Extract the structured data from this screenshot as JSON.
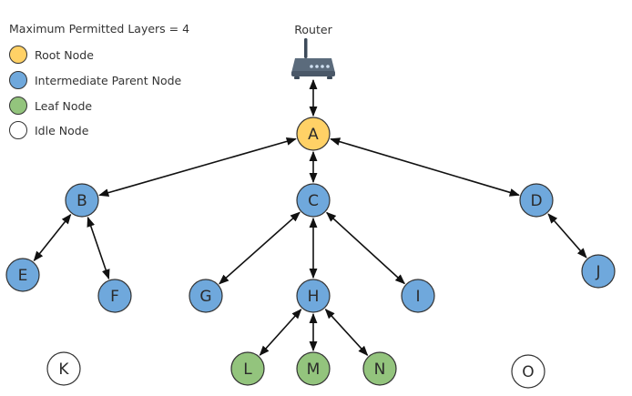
{
  "legend": {
    "title": "Maximum Permitted Layers = 4",
    "items": [
      {
        "label": "Root Node",
        "color": "#ffd166"
      },
      {
        "label": "Intermediate Parent Node",
        "color": "#6fa8dc"
      },
      {
        "label": "Leaf Node",
        "color": "#93c47d"
      },
      {
        "label": "Idle Node",
        "color": "#ffffff"
      }
    ]
  },
  "router": {
    "label": "Router",
    "icon": "router-icon"
  },
  "nodes": [
    {
      "id": "A",
      "label": "A",
      "role": "root"
    },
    {
      "id": "B",
      "label": "B",
      "role": "intermediate"
    },
    {
      "id": "C",
      "label": "C",
      "role": "intermediate"
    },
    {
      "id": "D",
      "label": "D",
      "role": "intermediate"
    },
    {
      "id": "E",
      "label": "E",
      "role": "intermediate"
    },
    {
      "id": "F",
      "label": "F",
      "role": "intermediate"
    },
    {
      "id": "G",
      "label": "G",
      "role": "intermediate"
    },
    {
      "id": "H",
      "label": "H",
      "role": "intermediate"
    },
    {
      "id": "I",
      "label": "I",
      "role": "intermediate"
    },
    {
      "id": "J",
      "label": "J",
      "role": "intermediate"
    },
    {
      "id": "K",
      "label": "K",
      "role": "idle"
    },
    {
      "id": "L",
      "label": "L",
      "role": "leaf"
    },
    {
      "id": "M",
      "label": "M",
      "role": "leaf"
    },
    {
      "id": "N",
      "label": "N",
      "role": "leaf"
    },
    {
      "id": "O",
      "label": "O",
      "role": "idle"
    }
  ],
  "links": [
    {
      "from": "Router",
      "to": "A"
    },
    {
      "from": "A",
      "to": "B"
    },
    {
      "from": "A",
      "to": "C"
    },
    {
      "from": "A",
      "to": "D"
    },
    {
      "from": "B",
      "to": "E"
    },
    {
      "from": "B",
      "to": "F"
    },
    {
      "from": "C",
      "to": "G"
    },
    {
      "from": "C",
      "to": "H"
    },
    {
      "from": "C",
      "to": "I"
    },
    {
      "from": "D",
      "to": "J"
    },
    {
      "from": "H",
      "to": "L"
    },
    {
      "from": "H",
      "to": "M"
    },
    {
      "from": "H",
      "to": "N"
    }
  ],
  "colors": {
    "root": "#ffd166",
    "intermediate": "#6fa8dc",
    "leaf": "#93c47d",
    "idle": "#ffffff",
    "stroke": "#333333",
    "arrow": "#111111"
  }
}
